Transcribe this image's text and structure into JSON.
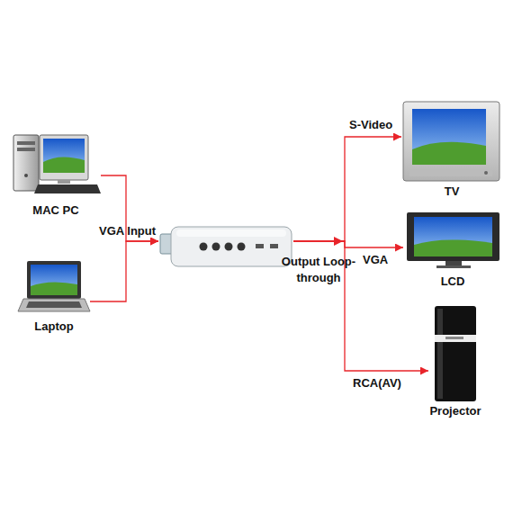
{
  "diagram": {
    "nodes": [
      {
        "text": [
          "MAC PC"
        ]
      },
      {
        "text": [
          "Laptop"
        ]
      },
      {
        "text": [
          "Output Loop-through"
        ]
      },
      {
        "text": [
          "TV"
        ]
      },
      {
        "text": [
          "LCD"
        ]
      },
      {
        "text": [
          "Projector"
        ]
      }
    ],
    "edges": [
      {
        "from": 0,
        "to": 2,
        "arrow": "to",
        "label": "VGA Input"
      },
      {
        "from": 1,
        "to": 2,
        "arrow": "to"
      },
      {
        "from": 2,
        "to": 3,
        "arrow": "to",
        "label": "S-Video"
      },
      {
        "from": 2,
        "to": 4,
        "arrow": "to",
        "label": "VGA"
      },
      {
        "from": 2,
        "to": 5,
        "arrow": "to",
        "label": "RCA(AV)"
      }
    ]
  }
}
